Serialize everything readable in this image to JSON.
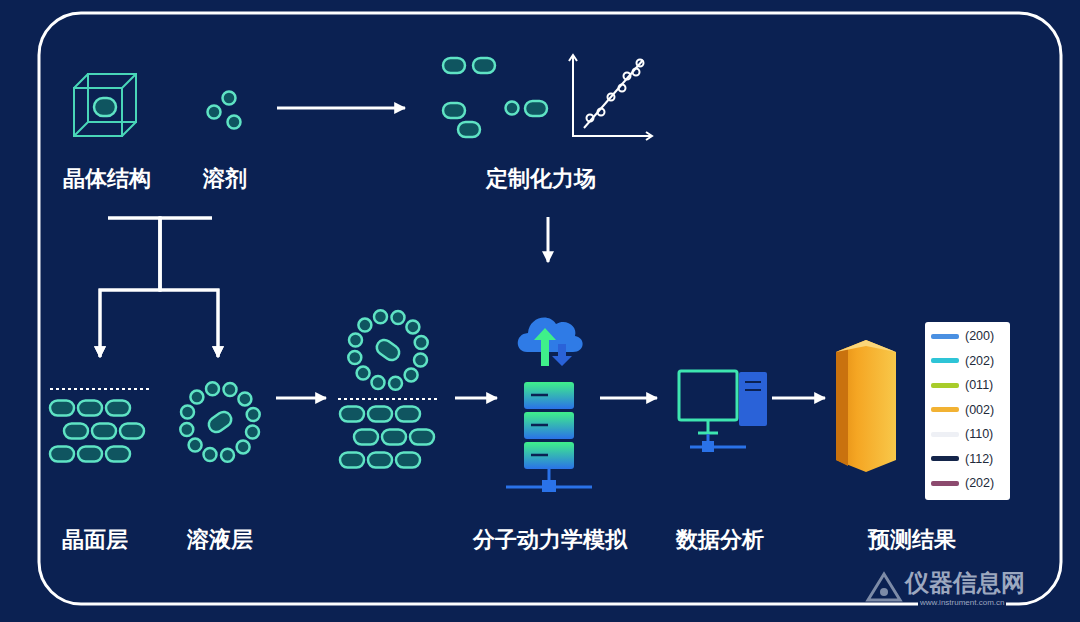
{
  "diagram": {
    "nodes": [
      {
        "text": [
          "晶体结构"
        ]
      },
      {
        "text": [
          "溶剂"
        ]
      },
      {
        "text": [
          "定制化力场"
        ]
      },
      {
        "text": [
          "晶面层"
        ]
      },
      {
        "text": [
          "溶液层"
        ]
      },
      {
        "text": [
          "分子动力学模拟"
        ]
      },
      {
        "text": [
          "数据分析"
        ]
      },
      {
        "text": [
          "预测结果"
        ]
      }
    ],
    "edges": [
      {
        "from": 1,
        "to": 2,
        "arrow": "to"
      },
      {
        "from": 0,
        "to": 3,
        "arrow": "to"
      },
      {
        "from": 0,
        "to": 4,
        "arrow": "to"
      },
      {
        "from": 1,
        "to": 3,
        "arrow": "to"
      },
      {
        "from": 1,
        "to": 4,
        "arrow": "to"
      },
      {
        "from": 2,
        "to": 5,
        "arrow": "to"
      },
      {
        "from": 5,
        "to": 6,
        "arrow": "to"
      },
      {
        "from": 6,
        "to": 7,
        "arrow": "to"
      }
    ],
    "labels": [
      "仪器信息网",
      "www.instrument.com.cn"
    ],
    "legend": [
      {
        "text": "(200)",
        "color": "#4a90e2"
      },
      {
        "text": "(202)",
        "color": "#2ec4d6"
      },
      {
        "text": "(011)",
        "color": "#a8cc2a"
      },
      {
        "text": "(002)",
        "color": "#f2b233"
      },
      {
        "text": "(110)",
        "color": "#eef0f5"
      },
      {
        "text": "(112)",
        "color": "#14254a"
      },
      {
        "text": "(202)",
        "color": "#8c4a6e"
      }
    ]
  }
}
